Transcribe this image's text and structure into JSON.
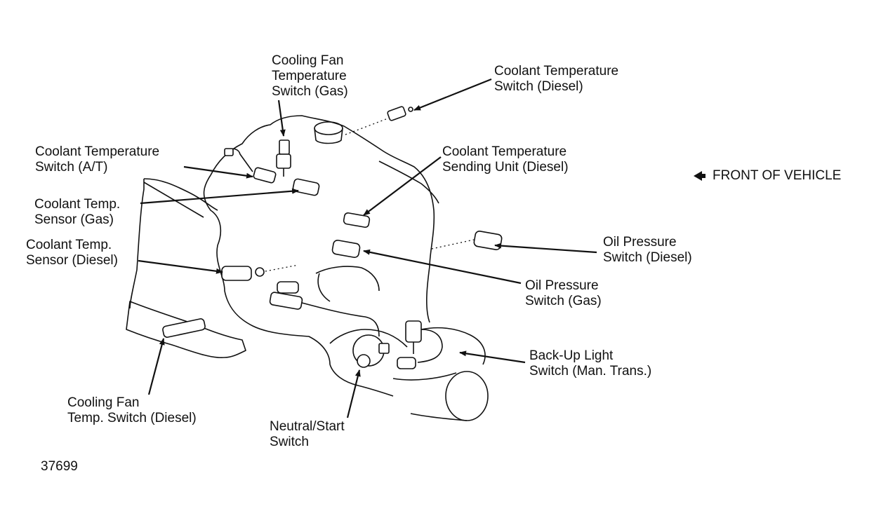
{
  "labels": {
    "cooling_fan_temp_switch_gas": [
      "Cooling Fan",
      "Temperature",
      "Switch (Gas)"
    ],
    "coolant_temp_switch_diesel": [
      "Coolant Temperature",
      "Switch (Diesel)"
    ],
    "coolant_temp_switch_at": [
      "Coolant Temperature",
      "Switch (A/T)"
    ],
    "coolant_temp_sending_unit_diesel": [
      "Coolant Temperature",
      "Sending Unit (Diesel)"
    ],
    "coolant_temp_sensor_gas": [
      "Coolant Temp.",
      "Sensor (Gas)"
    ],
    "coolant_temp_sensor_diesel": [
      "Coolant Temp.",
      "Sensor (Diesel)"
    ],
    "oil_pressure_switch_diesel": [
      "Oil Pressure",
      "Switch (Diesel)"
    ],
    "oil_pressure_switch_gas": [
      "Oil Pressure",
      "Switch (Gas)"
    ],
    "backup_light_switch": [
      "Back-Up Light",
      "Switch (Man. Trans.)"
    ],
    "cooling_fan_temp_switch_diesel": [
      "Cooling Fan",
      "Temp. Switch (Diesel)"
    ],
    "neutral_start_switch": [
      "Neutral/Start",
      "Switch"
    ]
  },
  "front_of_vehicle": "FRONT OF VEHICLE",
  "figure_number": "37699",
  "colors": {
    "ink": "#111111",
    "paper": "#ffffff"
  }
}
